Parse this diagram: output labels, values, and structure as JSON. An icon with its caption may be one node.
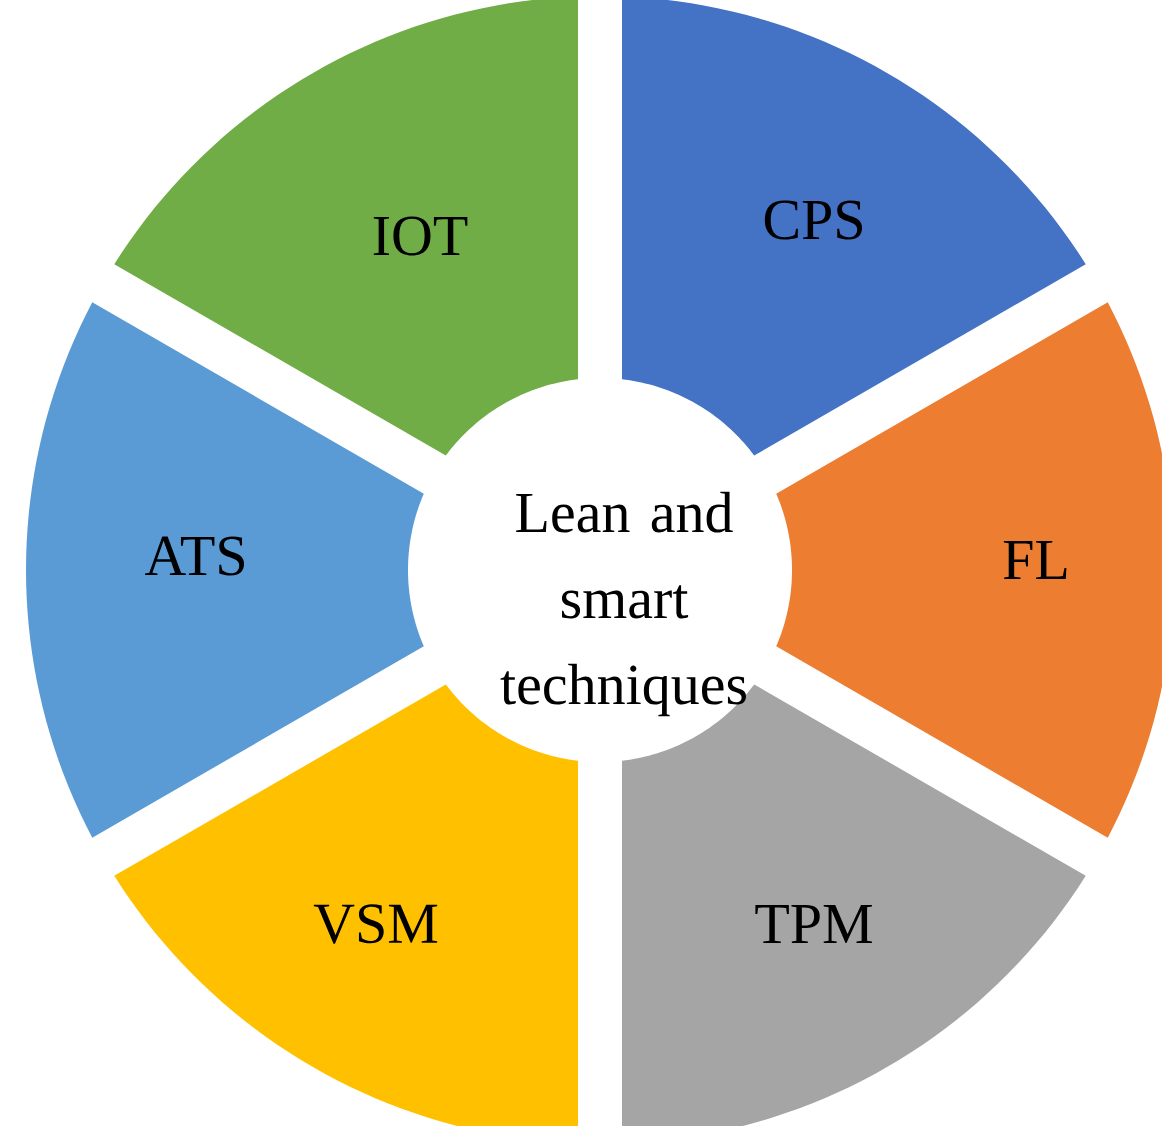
{
  "diagram": {
    "nodes": [
      {
        "text": [
          "Lean and smart techniques"
        ]
      },
      {
        "text": [
          "IOT"
        ]
      },
      {
        "text": [
          "CPS"
        ]
      },
      {
        "text": [
          "ATS"
        ]
      },
      {
        "text": [
          "FL"
        ]
      },
      {
        "text": [
          "VSM"
        ]
      },
      {
        "text": [
          "TPM"
        ]
      }
    ]
  }
}
